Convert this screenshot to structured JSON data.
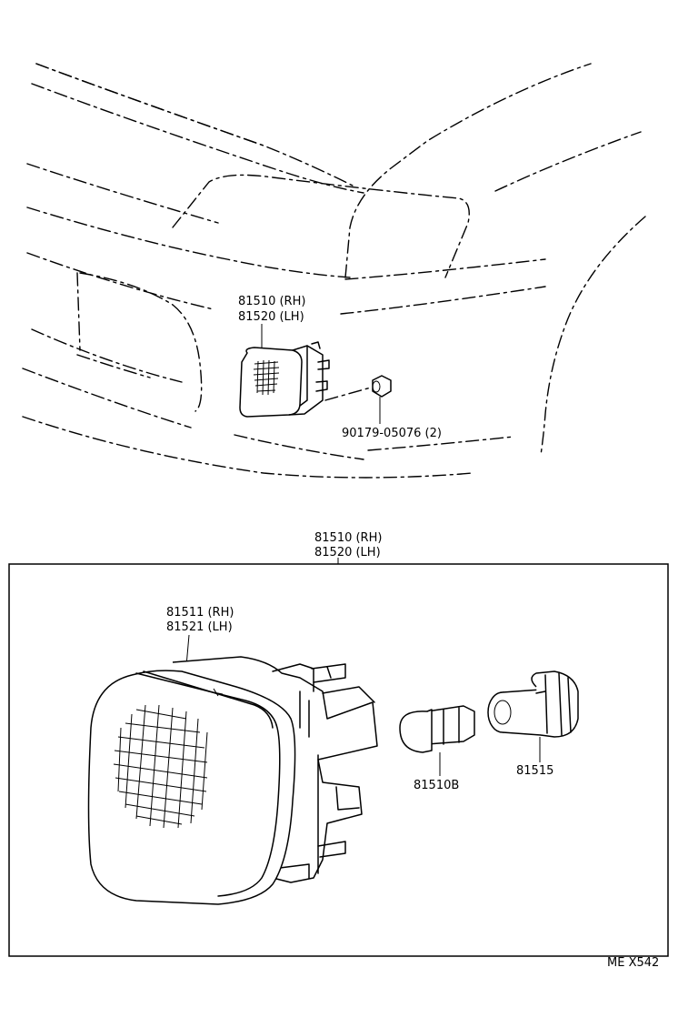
{
  "top_view": {
    "lamp_part_rh": "81510 (RH)",
    "lamp_part_lh": "81520 (LH)",
    "screw_part": "90179-05076 (2)"
  },
  "exploded_view": {
    "assembly_part_rh": "81510 (RH)",
    "assembly_part_lh": "81520 (LH)",
    "lens_part_rh": "81511 (RH)",
    "lens_part_lh": "81521 (LH)",
    "bulb_part": "81510B",
    "socket_part": "81515"
  },
  "diagram_code": "ME X542",
  "colors": {
    "line": "#000000",
    "background": "#ffffff"
  }
}
